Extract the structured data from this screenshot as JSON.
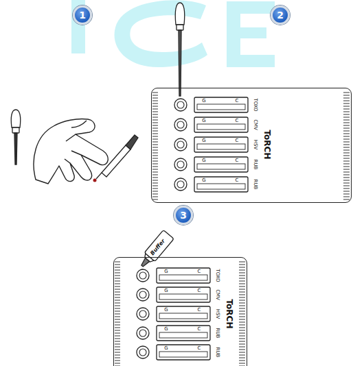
{
  "diagram": {
    "nodes": [
      {
        "text": [
          "1"
        ]
      },
      {
        "text": [
          "2"
        ]
      },
      {
        "text": [
          "3"
        ]
      },
      {
        "text": [
          "ToRCH"
        ]
      },
      {
        "text": [
          "ToRCH"
        ]
      }
    ],
    "labels": [
      "G",
      "C",
      "TOXO",
      "G",
      "C",
      "CMV",
      "G",
      "C",
      "HSV",
      "G",
      "C",
      "RUB",
      "G",
      "C",
      "RUB",
      "G",
      "C",
      "TOXO",
      "G",
      "C",
      "CMV",
      "G",
      "C",
      "HSV",
      "G",
      "C",
      "RUB",
      "G",
      "C",
      "RUB",
      "Buffer"
    ]
  }
}
